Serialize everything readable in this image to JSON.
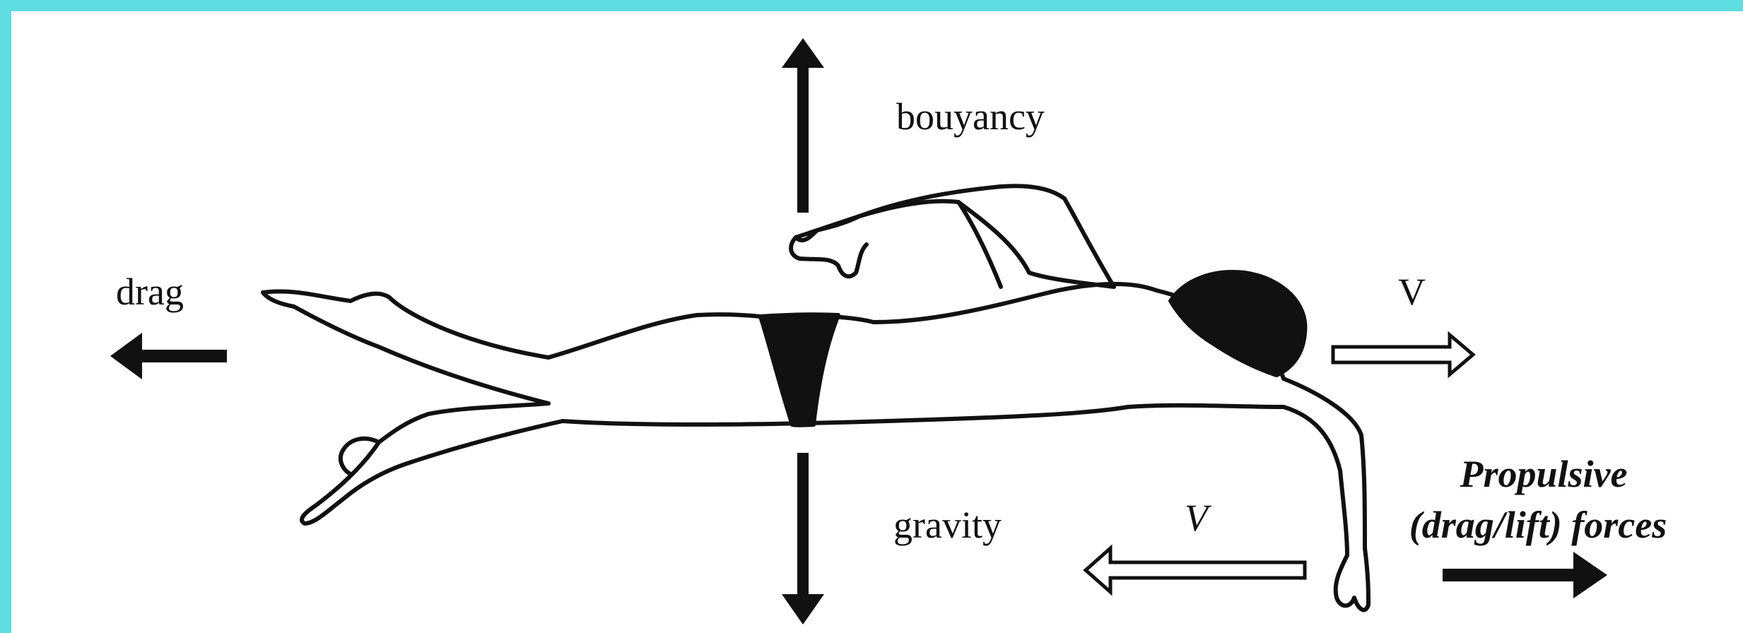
{
  "labels": {
    "bouyancy": "bouyancy",
    "drag": "drag",
    "gravity": "gravity",
    "v_forward": "V",
    "v_backward": "V",
    "propulsive_line1": "Propulsive",
    "propulsive_line2": "(drag/lift) forces"
  },
  "colors": {
    "border": "#5fdde0",
    "ink": "#111111",
    "background": "#ffffff"
  }
}
